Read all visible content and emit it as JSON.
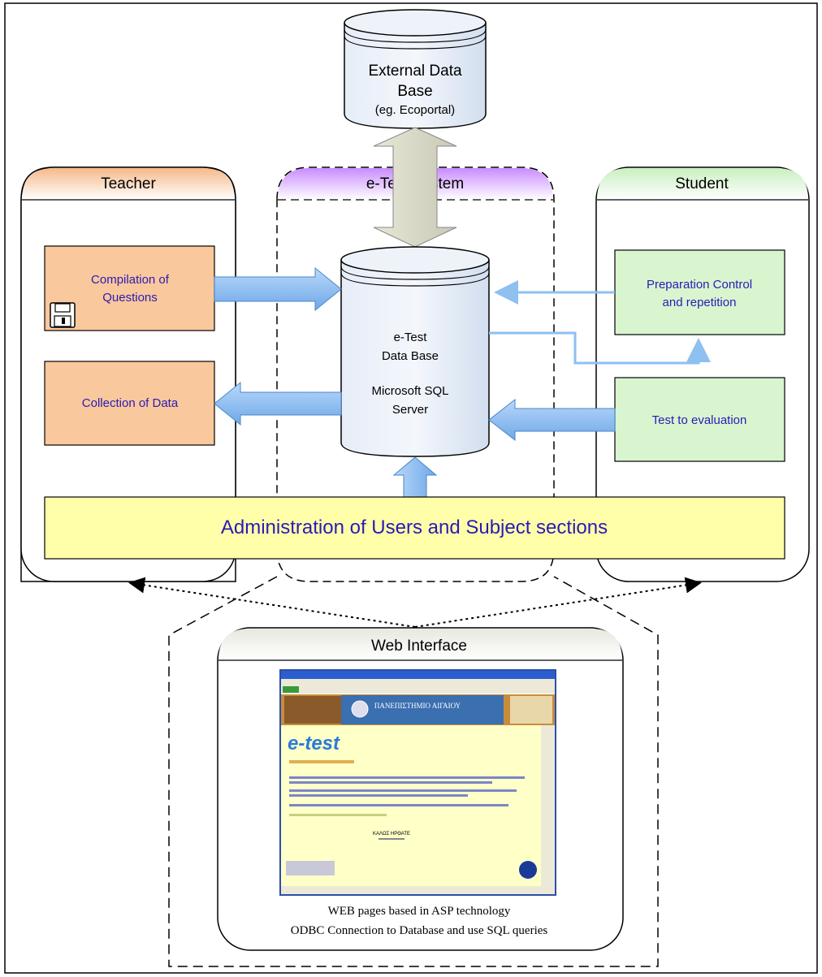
{
  "external_db": {
    "line1": "External Data",
    "line2": "Base",
    "line3": "(eg. Ecoportal)"
  },
  "teacher": {
    "title": "Teacher",
    "compilation_line1": "Compilation of",
    "compilation_line2": "Questions",
    "collection": "Collection of Data"
  },
  "system": {
    "title": "e-Test System"
  },
  "db": {
    "line1": "e-Test",
    "line2": "Data Base",
    "line3": "Microsoft SQL",
    "line4": "Server"
  },
  "student": {
    "title": "Student",
    "prep_line1": "Preparation Control",
    "prep_line2": "and  repetition",
    "test": "Test to evaluation"
  },
  "admin": {
    "label": "Administration of Users and  Subject sections"
  },
  "web": {
    "title": "Web Interface",
    "screenshot_logo": "e-test",
    "screenshot_header": "ΠΑΝΕΠΙΣΤΗΜΙΟ ΑΙΓΑΙΟΥ",
    "screenshot_welcome": "ΚΑΛΩΣ ΗΡΘΑΤΕ",
    "desc_line1": "WEB pages based in ASP technology",
    "desc_line2": "ODBC Connection to Database and use SQL queries"
  },
  "colors": {
    "teacher_fill": "#f9c89c",
    "student_fill": "#d8f5d0",
    "admin_fill": "#ffffaa",
    "system_header": "#d9a6ff",
    "db_fill": "#dce6f5",
    "arrow_blue": "#8ec0f0",
    "arrow_gray": "#d6d6c0",
    "text_blue": "#2a1bb5"
  }
}
